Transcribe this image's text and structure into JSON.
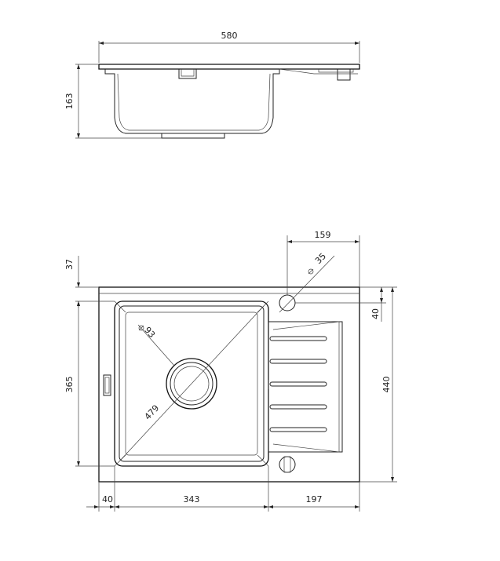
{
  "dimensions": {
    "top_width": "580",
    "top_height": "163",
    "hole_offset_x": "159",
    "hole_diameter": "35",
    "top_margin": "37",
    "hole_offset_y": "40",
    "bowl_height": "365",
    "total_height": "440",
    "drain_diameter": "93",
    "bowl_diagonal": "479",
    "left_margin": "40",
    "bowl_width": "343",
    "drainer_width": "197"
  }
}
